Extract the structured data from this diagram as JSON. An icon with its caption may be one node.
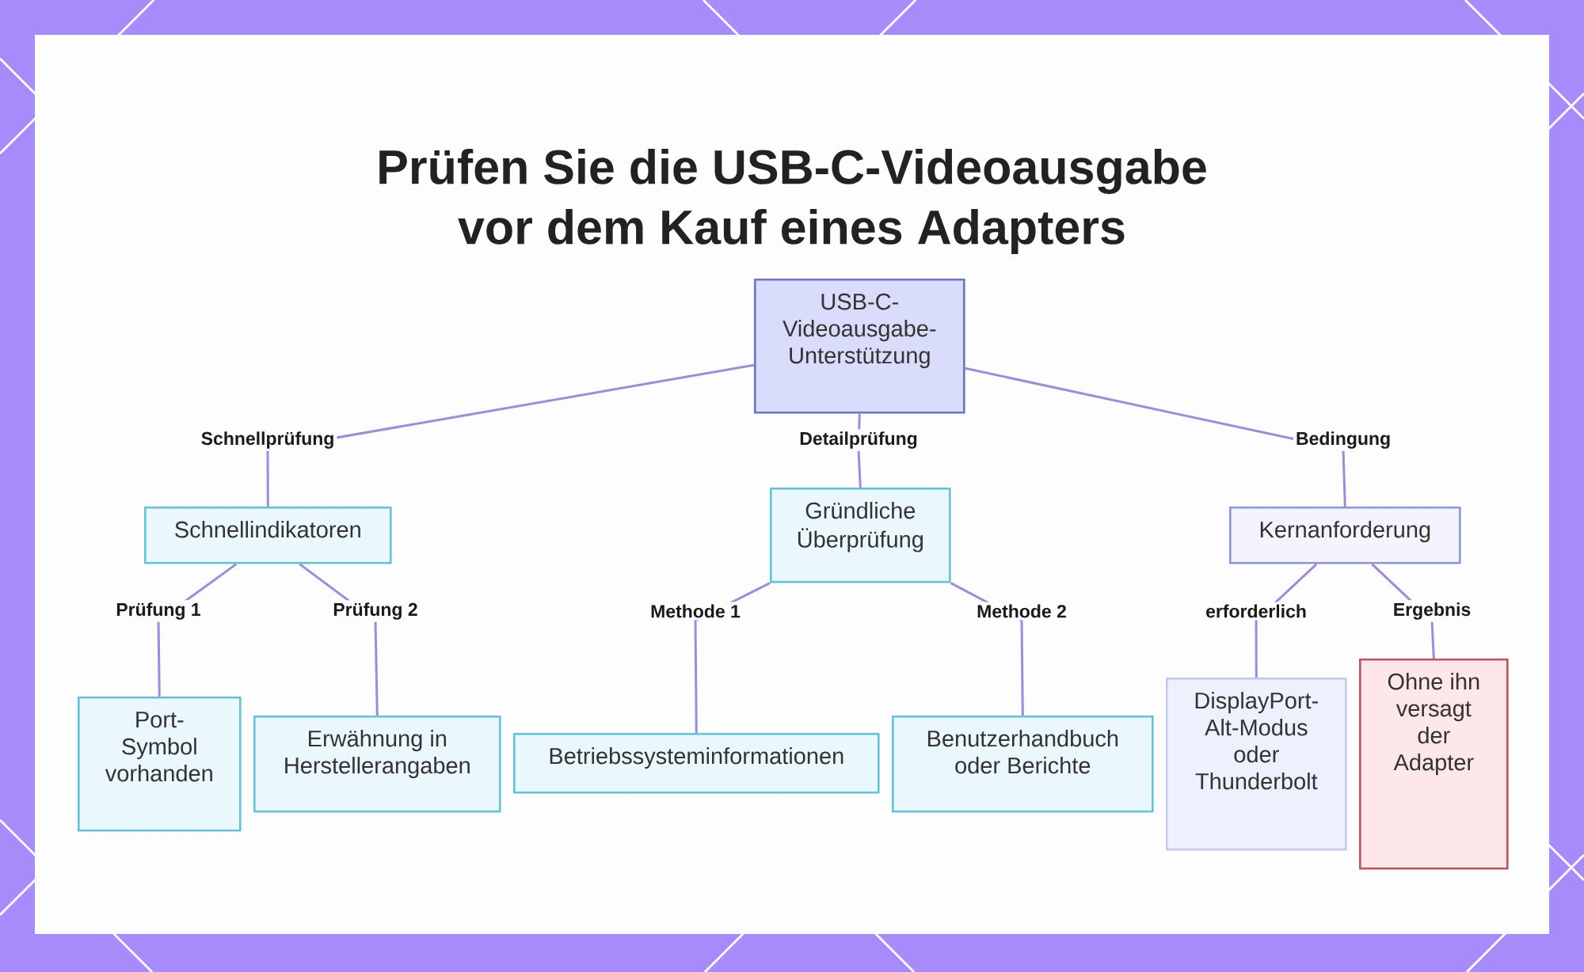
{
  "diagram": {
    "title": "Prüfen Sie die USB-C-Videoausgabe vor dem Kauf eines Adapters",
    "nodes": [
      {
        "text": [
          "USB-C- Videoausgabe- Unterstützung"
        ]
      },
      {
        "text": [
          "Schnellindikatoren"
        ]
      },
      {
        "text": [
          "Gründliche Überprüfung"
        ]
      },
      {
        "text": [
          "Kernanforderung"
        ]
      },
      {
        "text": [
          "Port- Symbol vorhanden"
        ]
      },
      {
        "text": [
          "Erwähnung in Herstellerangaben"
        ]
      },
      {
        "text": [
          "Betriebssysteminformationen"
        ]
      },
      {
        "text": [
          "Benutzerhandbuch oder Berichte"
        ]
      },
      {
        "text": [
          "DisplayPort- Alt-Modus oder Thunderbolt"
        ]
      },
      {
        "text": [
          "Ohne ihn versagt der Adapter"
        ]
      }
    ],
    "edges": [
      {
        "from": 0,
        "to": 1,
        "arrow": "none",
        "label": "Schnellprüfung"
      },
      {
        "from": 0,
        "to": 2,
        "arrow": "none",
        "label": "Detailprüfung"
      },
      {
        "from": 0,
        "to": 3,
        "arrow": "none",
        "label": "Bedingung"
      },
      {
        "from": 1,
        "to": 4,
        "arrow": "none",
        "label": "Prüfung 1"
      },
      {
        "from": 1,
        "to": 5,
        "arrow": "none",
        "label": "Prüfung 2"
      },
      {
        "from": 2,
        "to": 6,
        "arrow": "none",
        "label": "Methode 1"
      },
      {
        "from": 2,
        "to": 7,
        "arrow": "none",
        "label": "Methode 2"
      },
      {
        "from": 3,
        "to": 8,
        "arrow": "none",
        "label": "erforderlich"
      },
      {
        "from": 3,
        "to": 9,
        "arrow": "none",
        "label": "Ergebnis"
      }
    ]
  }
}
